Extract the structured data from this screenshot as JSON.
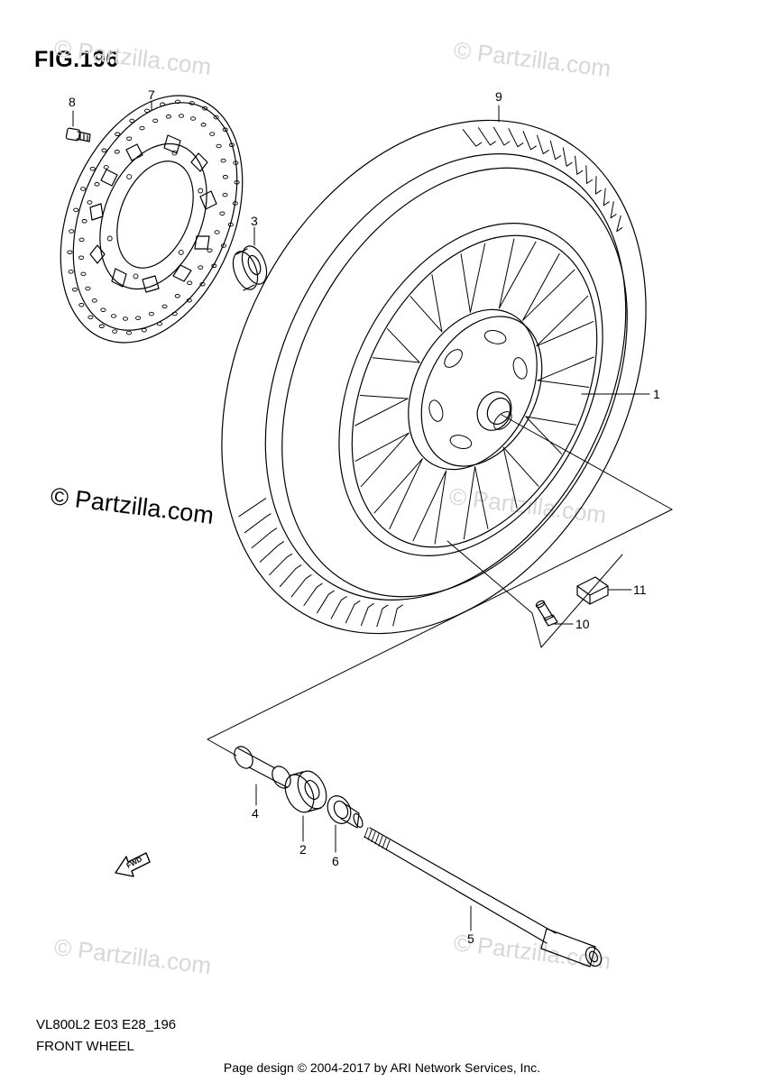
{
  "figure": {
    "title": "FIG.196"
  },
  "footer": {
    "model_code": "VL800L2 E03 E28_196",
    "section_name": "FRONT WHEEL",
    "page_credit": "Page design © 2004-2017 by ARI Network Services, Inc."
  },
  "watermark": {
    "main": "© Partzilla.com",
    "faint": "© Partzilla.com"
  },
  "direction_marker": {
    "label": "FWD",
    "icon": "fwd-arrow-icon"
  },
  "callouts": [
    {
      "id": "callout-1",
      "number": "1",
      "part": "wheel"
    },
    {
      "id": "callout-2",
      "number": "2",
      "part": "bearing"
    },
    {
      "id": "callout-3",
      "number": "3",
      "part": "bearing"
    },
    {
      "id": "callout-4",
      "number": "4",
      "part": "spacer"
    },
    {
      "id": "callout-5",
      "number": "5",
      "part": "axle"
    },
    {
      "id": "callout-6",
      "number": "6",
      "part": "seal"
    },
    {
      "id": "callout-7",
      "number": "7",
      "part": "brake-disc"
    },
    {
      "id": "callout-8",
      "number": "8",
      "part": "bolt"
    },
    {
      "id": "callout-9",
      "number": "9",
      "part": "tire"
    },
    {
      "id": "callout-10",
      "number": "10",
      "part": "valve"
    },
    {
      "id": "callout-11",
      "number": "11",
      "part": "valve-cap"
    }
  ]
}
